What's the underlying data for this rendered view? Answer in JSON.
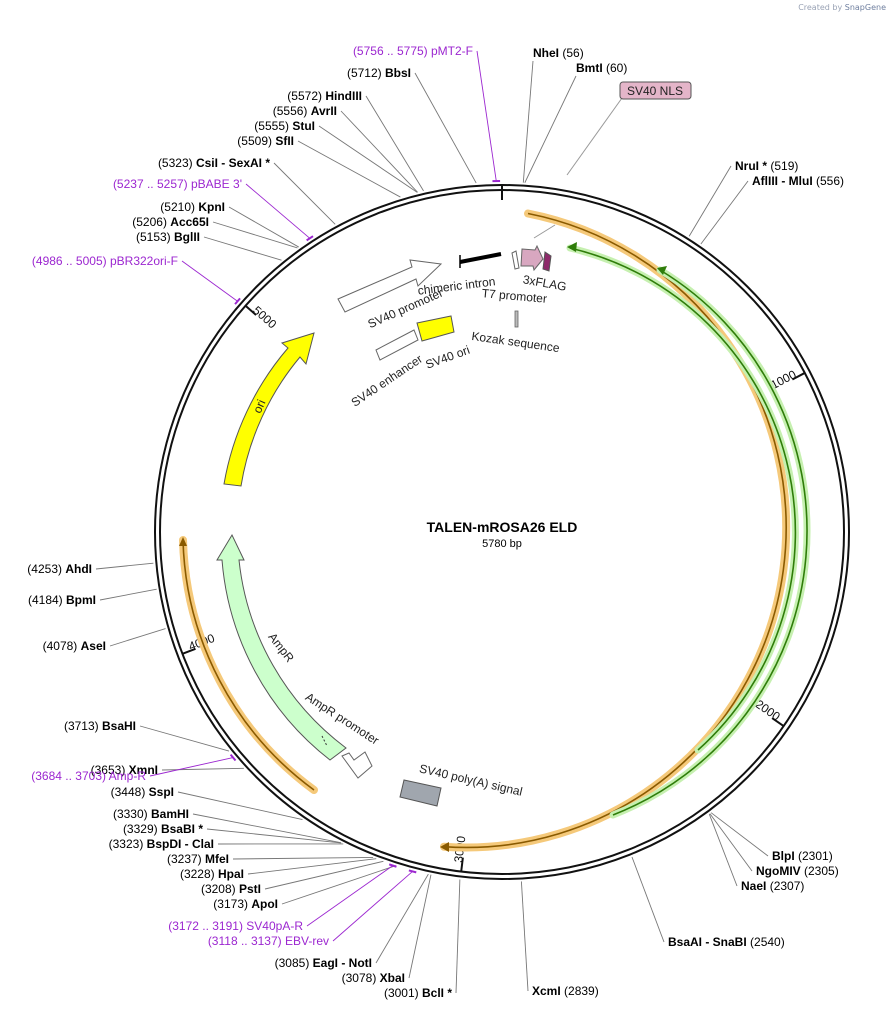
{
  "credit": {
    "prefix": "Created by",
    "brand": "SnapGene"
  },
  "plasmid": {
    "name": "TALEN-mROSA26 ELD",
    "length": "5780 bp"
  },
  "ticks": [
    {
      "label": "1000",
      "pos": 1000
    },
    {
      "label": "2000",
      "pos": 2000
    },
    {
      "label": "3000",
      "pos": 3000
    },
    {
      "label": "4000",
      "pos": 4000
    },
    {
      "label": "5000",
      "pos": 5000
    }
  ],
  "sites": [
    {
      "id": "nhei",
      "name": "NheI",
      "pos": "(56)",
      "bp": 56
    },
    {
      "id": "bmti",
      "name": "BmtI",
      "pos": "(60)",
      "bp": 60
    },
    {
      "id": "nrui",
      "name": "NruI *",
      "pos": "(519)",
      "bp": 519
    },
    {
      "id": "afliii",
      "name": "AflIII  - MluI",
      "pos": "(556)",
      "bp": 556
    },
    {
      "id": "blpi",
      "name": "BlpI",
      "pos": "(2301)",
      "bp": 2301
    },
    {
      "id": "ngomiv",
      "name": "NgoMIV",
      "pos": "(2305)",
      "bp": 2305
    },
    {
      "id": "naei",
      "name": "NaeI",
      "pos": "(2307)",
      "bp": 2307
    },
    {
      "id": "bsaai",
      "name": "BsaAI  - SnaBI",
      "pos": "(2540)",
      "bp": 2540
    },
    {
      "id": "xcmi",
      "name": "XcmI",
      "pos": "(2839)",
      "bp": 2839
    },
    {
      "id": "bcli",
      "name": "BclI *",
      "pos": "(3001)",
      "bp": 3001
    },
    {
      "id": "xbai",
      "name": "XbaI",
      "pos": "(3078)",
      "bp": 3078
    },
    {
      "id": "eagi",
      "name": "EagI  - NotI",
      "pos": "(3085)",
      "bp": 3085
    },
    {
      "id": "apoi",
      "name": "ApoI",
      "pos": "(3173)",
      "bp": 3173
    },
    {
      "id": "psti",
      "name": "PstI",
      "pos": "(3208)",
      "bp": 3208
    },
    {
      "id": "hpai",
      "name": "HpaI",
      "pos": "(3228)",
      "bp": 3228
    },
    {
      "id": "mfei",
      "name": "MfeI",
      "pos": "(3237)",
      "bp": 3237
    },
    {
      "id": "bspdi",
      "name": "BspDI  - ClaI",
      "pos": "(3323)",
      "bp": 3323
    },
    {
      "id": "bsabi",
      "name": "BsaBI *",
      "pos": "(3329)",
      "bp": 3329
    },
    {
      "id": "bamhi",
      "name": "BamHI",
      "pos": "(3330)",
      "bp": 3330
    },
    {
      "id": "sspi",
      "name": "SspI",
      "pos": "(3448)",
      "bp": 3448
    },
    {
      "id": "xmni",
      "name": "XmnI",
      "pos": "(3653)",
      "bp": 3653
    },
    {
      "id": "bsahi",
      "name": "BsaHI",
      "pos": "(3713)",
      "bp": 3713
    },
    {
      "id": "asei",
      "name": "AseI",
      "pos": "(4078)",
      "bp": 4078
    },
    {
      "id": "bpmi",
      "name": "BpmI",
      "pos": "(4184)",
      "bp": 4184
    },
    {
      "id": "ahdi",
      "name": "AhdI",
      "pos": "(4253)",
      "bp": 4253
    },
    {
      "id": "bglii",
      "name": "BglII",
      "pos": "(5153)",
      "bp": 5153
    },
    {
      "id": "acc65i",
      "name": "Acc65I",
      "pos": "(5206)",
      "bp": 5206
    },
    {
      "id": "kpni",
      "name": "KpnI",
      "pos": "(5210)",
      "bp": 5210
    },
    {
      "id": "csii",
      "name": "CsiI  - SexAI *",
      "pos": "(5323)",
      "bp": 5323
    },
    {
      "id": "sfii",
      "name": "SfII",
      "pos": "(5509)",
      "bp": 5509
    },
    {
      "id": "stui",
      "name": "StuI",
      "pos": "(5555)",
      "bp": 5555
    },
    {
      "id": "avrii",
      "name": "AvrII",
      "pos": "(5556)",
      "bp": 5556
    },
    {
      "id": "hindiii",
      "name": "HindIII",
      "pos": "(5572)",
      "bp": 5572
    },
    {
      "id": "bbsi",
      "name": "BbsI",
      "pos": "(5712)",
      "bp": 5712
    }
  ],
  "primers": [
    {
      "id": "pmt2f",
      "range": "(5756 .. 5775)",
      "name": "pMT2-F",
      "bp": 5765
    },
    {
      "id": "pbabe3",
      "range": "(5237 .. 5257)",
      "name": "pBABE 3'",
      "bp": 5247
    },
    {
      "id": "pbr322",
      "range": "(4986 .. 5005)",
      "name": "pBR322ori-F",
      "bp": 4995
    },
    {
      "id": "ampr",
      "range": "(3684 .. 3703)",
      "name": "Amp-R",
      "bp": 3693
    },
    {
      "id": "sv40par",
      "range": "(3172 .. 3191)",
      "name": "SV40pA-R",
      "bp": 3181
    },
    {
      "id": "ebvrev",
      "range": "(3118 .. 3137)",
      "name": "EBV-rev",
      "bp": 3127
    }
  ],
  "features": {
    "sv40_nls": "SV40 NLS",
    "flag": "3xFLAG",
    "t7": "T7 promoter",
    "chimeric_intron": "chimeric intron",
    "sv40_promoter": "SV40 promoter",
    "kozak": "Kozak sequence",
    "sv40_ori": "SV40 ori",
    "sv40_enhancer": "SV40 enhancer",
    "ori": "ori",
    "ampr": "AmpR",
    "ampr_promoter": "AmpR promoter",
    "sv40_polya": "SV40 poly(A) signal"
  },
  "colors": {
    "ori": "#ffff00",
    "ampr": "#ccffcc",
    "orange_orf": "#f5c97a",
    "green_orf": "#43a016",
    "primer": "#9c27d0",
    "nls": "#e4b5c9",
    "polya": "#a0a6ae"
  }
}
